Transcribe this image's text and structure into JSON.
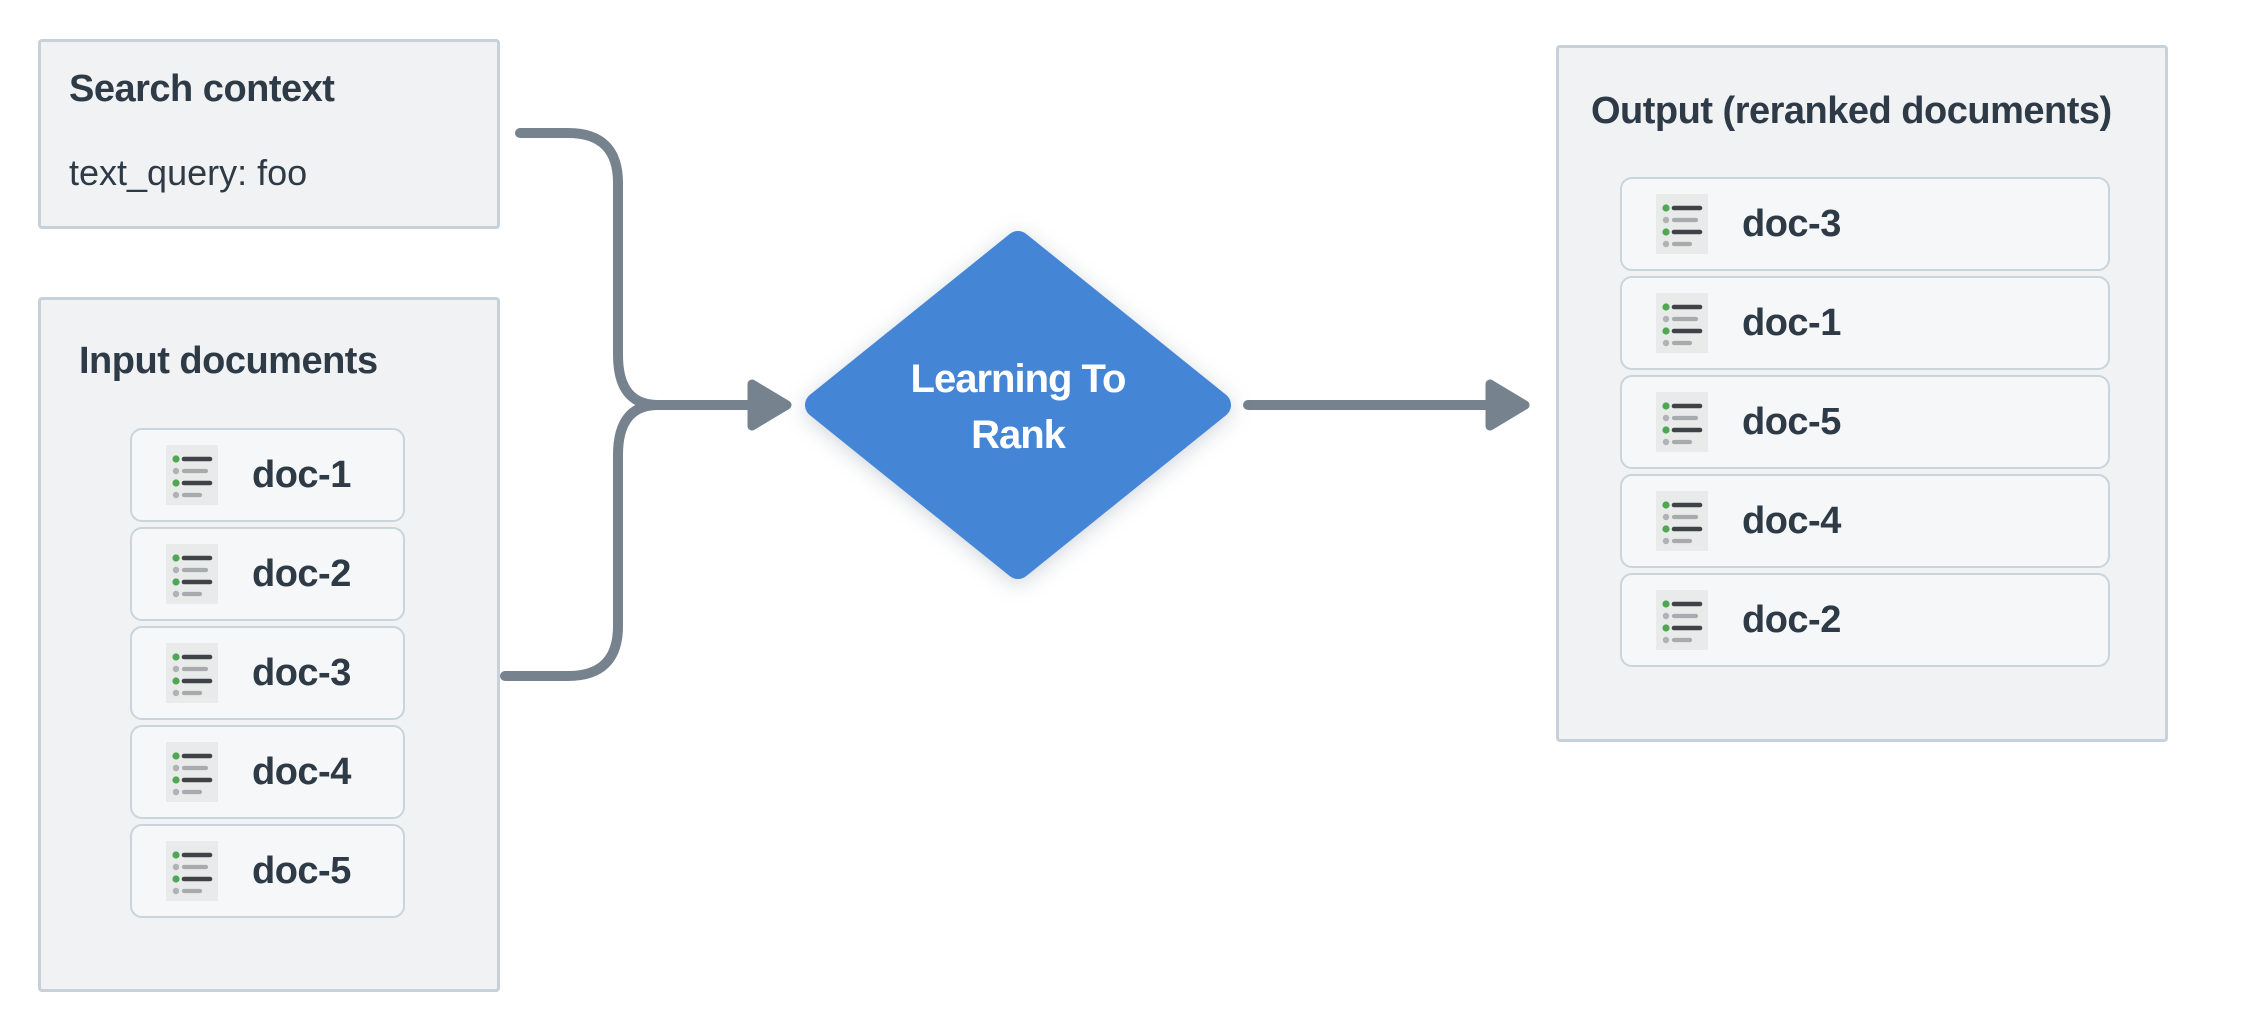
{
  "panels": {
    "search_context": {
      "title": "Search context",
      "query": "text_query: foo"
    },
    "input_documents": {
      "title": "Input documents",
      "items": [
        "doc-1",
        "doc-2",
        "doc-3",
        "doc-4",
        "doc-5"
      ]
    },
    "output_documents": {
      "title": "Output (reranked documents)",
      "items": [
        "doc-3",
        "doc-1",
        "doc-5",
        "doc-4",
        "doc-2"
      ]
    }
  },
  "node": {
    "full_label": "Learning To Rank",
    "lines": [
      "Learning To",
      "Rank"
    ]
  },
  "icons": {
    "doc_item": "bulleted-list-icon"
  },
  "colors": {
    "node_fill": "#4585d6",
    "node_text": "#ffffff",
    "connector": "#76828e",
    "panel_bg": "#f0f2f3",
    "panel_border": "#c6d1d9",
    "card_bg": "#f5f7f8",
    "card_border": "#c9d4db",
    "heading_text": "#2e3b47",
    "icon_bg": "#e9eaea",
    "icon_green": "#4fa653",
    "icon_dark": "#404346",
    "icon_gray": "#a8abad"
  }
}
